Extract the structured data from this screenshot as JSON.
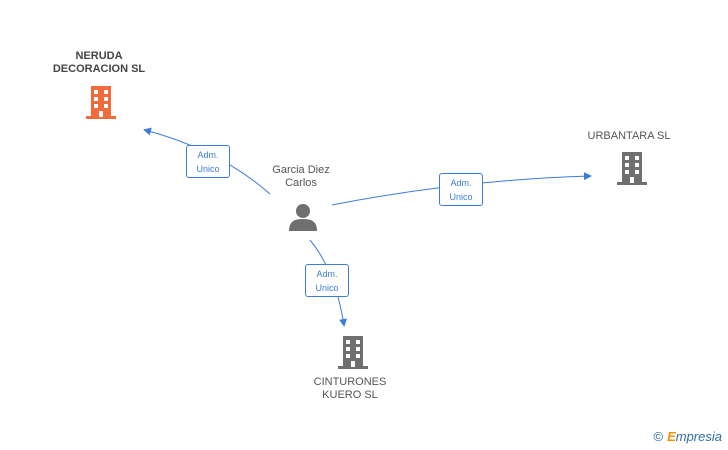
{
  "nodes": {
    "person": {
      "label_line1": "Garcia Diez",
      "label_line2": "Carlos"
    },
    "neruda": {
      "label_line1": "NERUDA",
      "label_line2": "DECORACION SL"
    },
    "urbantara": {
      "label_line1": "URBANTARA SL"
    },
    "cinturones": {
      "label_line1": "CINTURONES",
      "label_line2": "KUERO SL"
    }
  },
  "edges": {
    "to_neruda": {
      "line1": "Adm.",
      "line2": "Unico"
    },
    "to_urbantara": {
      "line1": "Adm.",
      "line2": "Unico"
    },
    "to_cinturones": {
      "line1": "Adm.",
      "line2": "Unico"
    }
  },
  "colors": {
    "highlight_building": "#f26b3a",
    "building": "#6f6f6f",
    "edge": "#3b7dd8"
  },
  "brand": {
    "copyright": "©",
    "e": "E",
    "rest": "mpresia"
  }
}
